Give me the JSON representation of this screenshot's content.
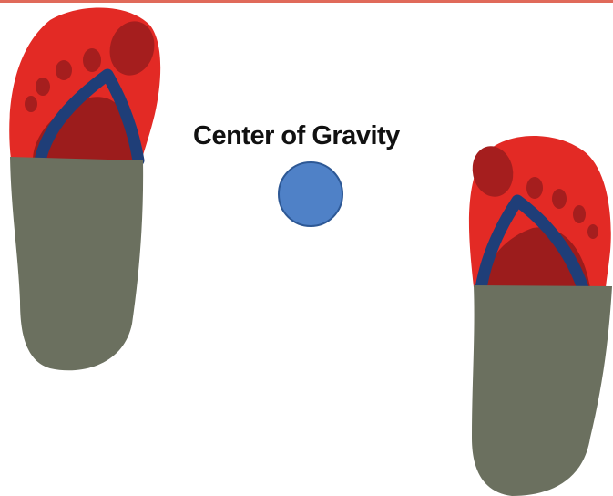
{
  "label": "Center of Gravity",
  "colors": {
    "rule": "#e06a5a",
    "sole_red": "#e32a25",
    "sole_shadow": "#9c1c1c",
    "toe_dark": "#a51e1e",
    "strap": "#1f3e78",
    "footprint_grey": "#6b705f",
    "center_dot_fill": "#4f81c7",
    "center_dot_stroke": "#2d5895"
  },
  "elements": {
    "left_foot": "left-flip-flop",
    "right_foot": "right-flip-flop",
    "center_marker": "center-of-gravity-dot"
  }
}
